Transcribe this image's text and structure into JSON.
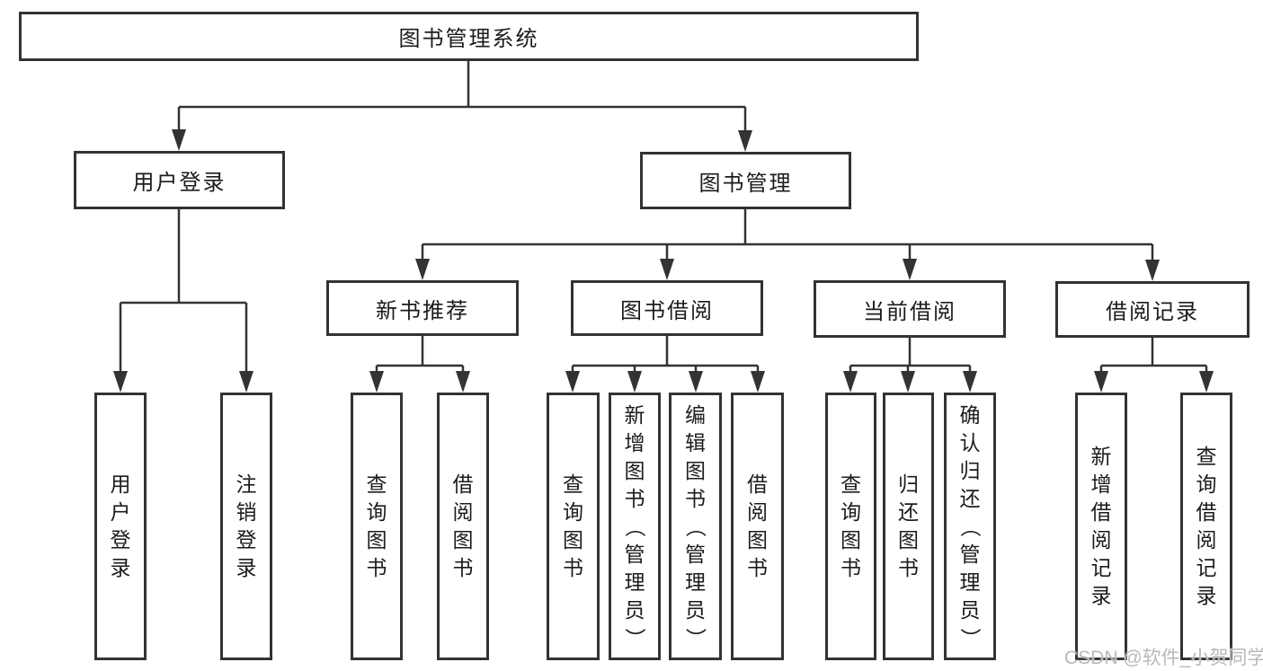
{
  "diagram": {
    "root": "图书管理系统",
    "level2": [
      "用户登录",
      "图书管理"
    ],
    "level3": [
      "新书推荐",
      "图书借阅",
      "当前借阅",
      "借阅记录"
    ],
    "leaves": {
      "user": [
        "用户登录",
        "注销登录"
      ],
      "recommend": [
        "查询图书",
        "借阅图书"
      ],
      "borrow": [
        "查询图书",
        "新增图书（管理员）",
        "编辑图书（管理员）",
        "借阅图书"
      ],
      "current": [
        "查询图书",
        "归还图书",
        "确认归还（管理员）"
      ],
      "records": [
        "新增借阅记录",
        "查询借阅记录"
      ]
    }
  },
  "watermark": "CSDN @软件_小贺同学",
  "colors": {
    "line": "#333333",
    "text": "#1c1c1c",
    "watermark": "#b9b9bd",
    "background": "#ffffff"
  }
}
